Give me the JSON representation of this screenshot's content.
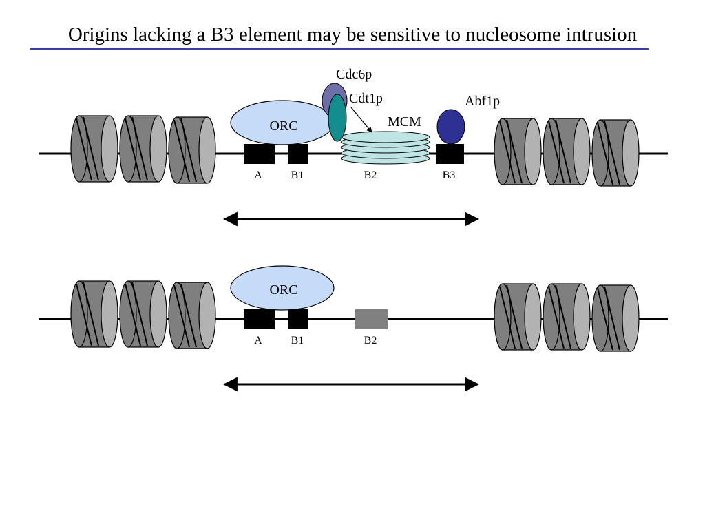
{
  "title": "Origins lacking a B3 element may be sensitive to nucleosome intrusion",
  "colors": {
    "title_underline": "#3b3fa0",
    "orc": "#c6dbf7",
    "cdc6p": "#6f6fa8",
    "cdt1p": "#138d8d",
    "abf1p": "#2e3192",
    "mcm": "#bfe4e4",
    "nucleosome_body": "#7f7f7f",
    "nucleosome_face": "#b2b2b2",
    "element_black": "#000000",
    "element_gray": "#808080"
  },
  "top_panel": {
    "proteins": {
      "orc": "ORC",
      "cdc6p": "Cdc6p",
      "cdt1p": "Cdt1p",
      "mcm": "MCM",
      "abf1p": "Abf1p"
    },
    "elements": [
      "A",
      "B1",
      "B2",
      "B3"
    ]
  },
  "bottom_panel": {
    "proteins": {
      "orc": "ORC"
    },
    "elements": [
      "A",
      "B1",
      "B2"
    ]
  }
}
